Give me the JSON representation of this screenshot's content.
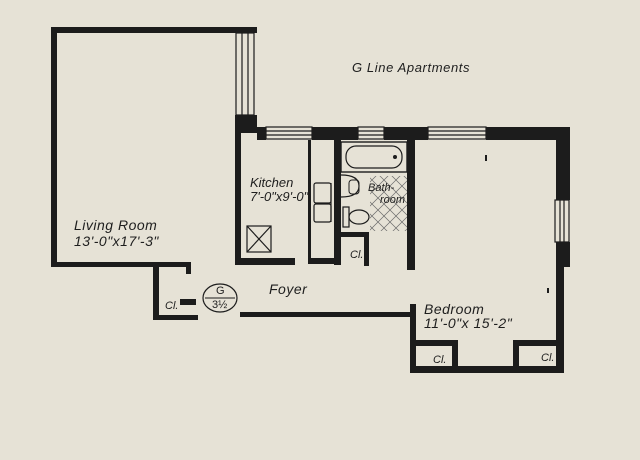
{
  "title": "G Line Apartments",
  "rooms": {
    "living": {
      "name": "Living Room",
      "dims": "13'-0\"x17'-3\""
    },
    "kitchen": {
      "name": "Kitchen",
      "dims": "7'-0\"x9'-0\""
    },
    "bathroom": {
      "line1": "Bath-",
      "line2": "room"
    },
    "bedroom": {
      "name": "Bedroom",
      "dims": "11'-0\"x 15'-2\""
    },
    "foyer": {
      "name": "Foyer"
    }
  },
  "closet_label": "Cl.",
  "unit_badge": {
    "letter": "G",
    "number": "3½"
  },
  "colors": {
    "paper": "#e6e2d6",
    "ink": "#1c1c1c",
    "tile": "#d7d3c6"
  }
}
